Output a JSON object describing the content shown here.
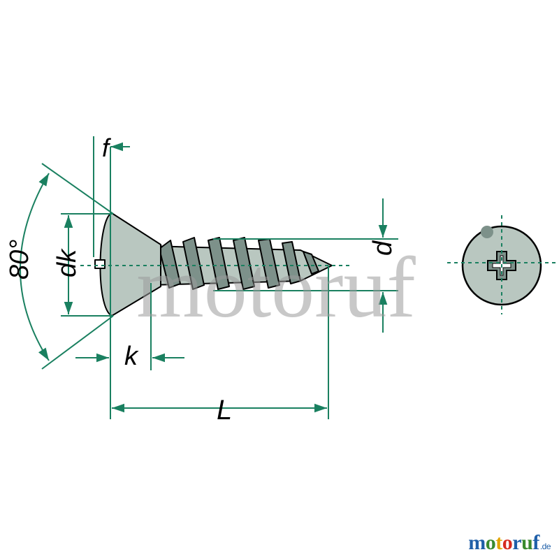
{
  "labels": {
    "f": "f",
    "dk": "dk",
    "angle": "80°",
    "k": "k",
    "L": "L",
    "d": "d"
  },
  "watermark": {
    "text": "motoruf"
  },
  "logo": {
    "letters": [
      "m",
      "o",
      "t",
      "o",
      "r",
      "u",
      "f"
    ],
    "letter_colors": [
      "#1f5fa8",
      "#3a8a2e",
      "#e2a400",
      "#d62b1f",
      "#1f5fa8",
      "#3a8a2e",
      "#1f5fa8"
    ],
    "tld": ".de"
  },
  "colors": {
    "dimension": "#1a8060",
    "screw_fill": "#b9c7c0",
    "screw_shade": "#7d918a",
    "outline": "#000000",
    "watermark": "#9a9a9a"
  }
}
